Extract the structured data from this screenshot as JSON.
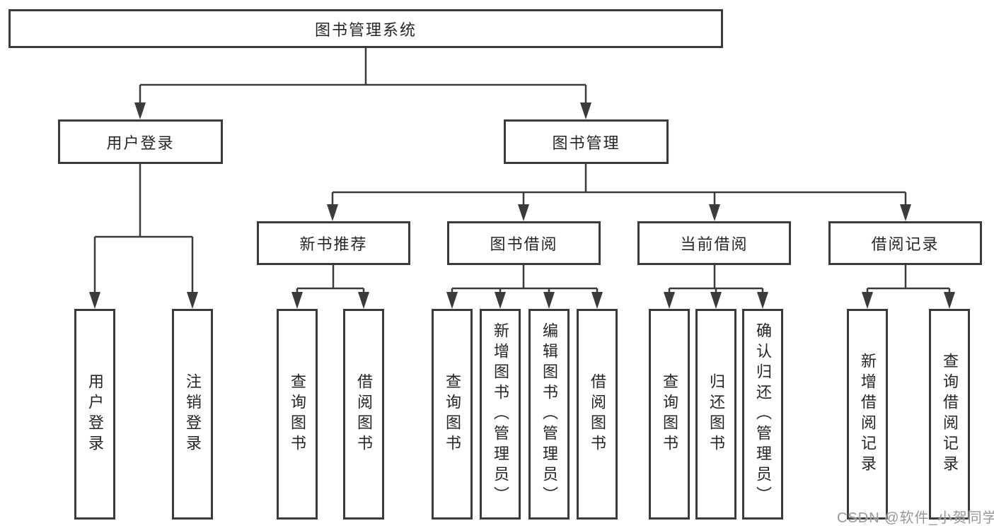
{
  "diagram": {
    "root": {
      "label": "图书管理系统"
    },
    "level2": [
      {
        "label": "用户登录"
      },
      {
        "label": "图书管理"
      }
    ],
    "level3": [
      {
        "label": "新书推荐"
      },
      {
        "label": "图书借阅"
      },
      {
        "label": "当前借阅"
      },
      {
        "label": "借阅记录"
      }
    ],
    "leaves": {
      "user_login": [
        {
          "label": "用户登录"
        },
        {
          "label": "注销登录"
        }
      ],
      "new_book_recommend": [
        {
          "label": "查询图书"
        },
        {
          "label": "借阅图书"
        }
      ],
      "book_borrowing": [
        {
          "label": "查询图书"
        },
        {
          "label": "新增图书（管理员）"
        },
        {
          "label": "编辑图书（管理员）"
        },
        {
          "label": "借阅图书"
        }
      ],
      "current_borrowing": [
        {
          "label": "查询图书"
        },
        {
          "label": "归还图书"
        },
        {
          "label": "确认归还（管理员）"
        }
      ],
      "borrowing_records": [
        {
          "label": "新增借阅记录"
        },
        {
          "label": "查询借阅记录"
        }
      ]
    }
  },
  "watermark": {
    "text": "CSDN @软件_小贺同学"
  },
  "colors": {
    "line": "#3b3b3b",
    "box_border": "#3b3b3b",
    "box_fill": "#ffffff",
    "text": "#262626",
    "watermark": "#97979c",
    "background": "#ffffff"
  }
}
